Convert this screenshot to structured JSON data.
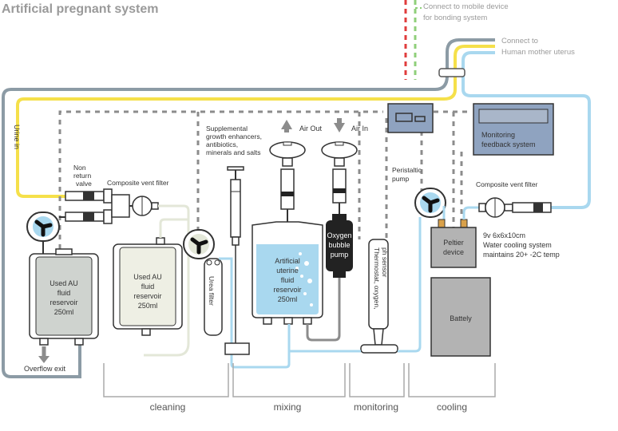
{
  "title": "Artificial pregnant system",
  "external": {
    "mobile_line1": "Connect to mobile device",
    "mobile_line2": "for bonding system",
    "uterus_line1": "Connect to",
    "uterus_line2": "Human mother uterus"
  },
  "labels": {
    "urine_in": "Urine in",
    "non_return_1": "Non",
    "non_return_2": "return",
    "non_return_3": "valve",
    "vent_filter_left": "Composite vent filter",
    "vent_filter_right": "Composite vent filter",
    "used_au_1_l1": "Used AU",
    "used_au_1_l2": "fluid",
    "used_au_1_l3": "reservoir",
    "used_au_1_l4": "250ml",
    "used_au_2_l1": "Used AU",
    "used_au_2_l2": "fluid",
    "used_au_2_l3": "reservoir",
    "used_au_2_l4": "250ml",
    "overflow_exit": "Overflow exit",
    "urea_filter": "Urea filter",
    "supp_l1": "Supplemental",
    "supp_l2": "growth enhancers,",
    "supp_l3": "antibiotics,",
    "supp_l4": "minerals and salts",
    "air_out": "Air Out",
    "air_in": "Air In",
    "art_l1": "Artificial",
    "art_l2": "uterine",
    "art_l3": "fluid",
    "art_l4": "reservoir",
    "art_l5": "250ml",
    "oxy_l1": "Oxygen",
    "oxy_l2": "bubble",
    "oxy_l3": "pump",
    "thermostat": "Thermostat, oxygen,",
    "thermostat_2": "ph sensor",
    "peristaltic_1": "Peristaltic",
    "peristaltic_2": "pump",
    "monitoring_1": "Monitoring",
    "monitoring_2": "feedback system",
    "peltier_1": "Peltier",
    "peltier_2": "device",
    "spec_1": "9v 6x6x10cm",
    "spec_2": "Water cooling system",
    "spec_3": "maintains 20+ -2C temp",
    "battery": "Battely"
  },
  "sections": {
    "cleaning": "cleaning",
    "mixing": "mixing",
    "monitoring": "monitoring",
    "cooling": "cooling"
  },
  "colors": {
    "grey_tube": "#8c9ba5",
    "yellow_tube": "#f5e04a",
    "blue_tube": "#a9d8ef",
    "fluid_blue": "#a9d8ef",
    "monitor_blue": "#8fa3c0",
    "reservoir_grey": "#cfd3cf",
    "battery_grey": "#b3b3b3",
    "red_dash": "#e03c3c",
    "green_dash": "#8fcf7a",
    "pump_orange": "#d9a14a"
  }
}
